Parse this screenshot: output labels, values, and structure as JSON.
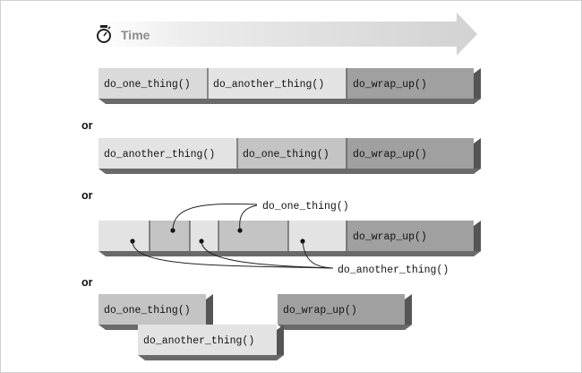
{
  "time_label": "Time",
  "or_label": "or",
  "row1": {
    "b1": "do_one_thing()",
    "b2": "do_another_thing()",
    "b3": "do_wrap_up()"
  },
  "row2": {
    "b1": "do_another_thing()",
    "b2": "do_one_thing()",
    "b3": "do_wrap_up()"
  },
  "row3": {
    "b3": "do_wrap_up()",
    "callout_top": "do_one_thing()",
    "callout_bottom": "do_another_thing()"
  },
  "row4": {
    "b1": "do_one_thing()",
    "b2": "do_another_thing()",
    "b3": "do_wrap_up()"
  },
  "colors": {
    "light": "#dadada",
    "medium": "#c4c4c4",
    "dark": "#a0a0a0",
    "side": "#555555",
    "bottom": "#6a6a6a"
  }
}
